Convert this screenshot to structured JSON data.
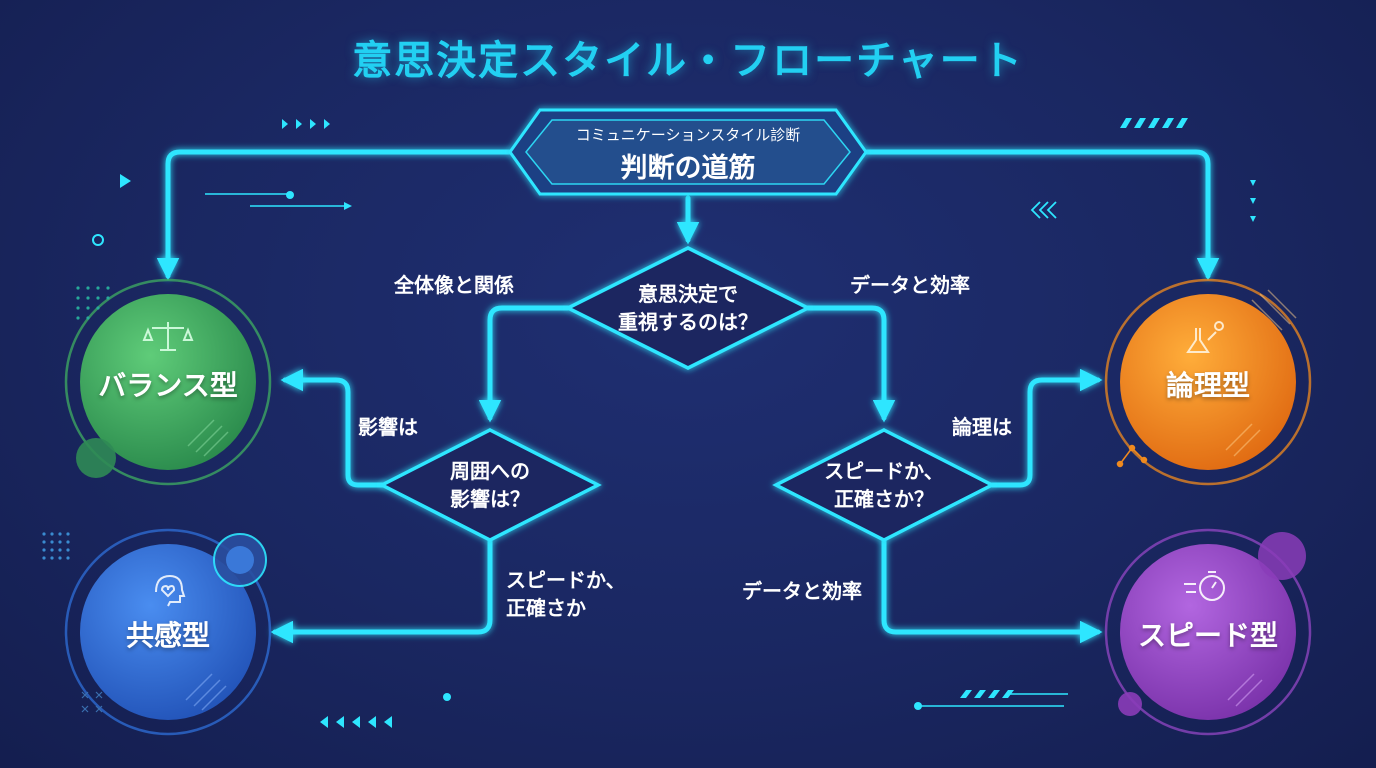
{
  "title": "意思決定スタイル・フローチャート",
  "header": {
    "subtitle": "コミュニケーションスタイル診断",
    "main": "判断の道筋"
  },
  "decisions": {
    "top": [
      "意思決定で",
      "重視するのは？"
    ],
    "left": [
      "周囲への",
      "影響は？"
    ],
    "right": [
      "スピードか、",
      "正確さか？"
    ]
  },
  "branch_labels": {
    "top_left": "全体像と関係",
    "top_right": "データと効率",
    "left_up": "影響は",
    "left_down": [
      "スピードか、",
      "正確さか"
    ],
    "right_up": "論理は",
    "right_down": "データと効率"
  },
  "results": {
    "balance": {
      "label": "バランス型",
      "icon": "scale-icon",
      "color": "#3fae62"
    },
    "empathy": {
      "label": "共感型",
      "icon": "head-heart-icon",
      "color": "#2f6fd8"
    },
    "logic": {
      "label": "論理型",
      "icon": "flask-icon",
      "color": "#f08a1e"
    },
    "speed": {
      "label": "スピード型",
      "icon": "stopwatch-icon",
      "color": "#9347c4"
    }
  },
  "colors": {
    "accent": "#22d8f5",
    "background": "#1a2761"
  }
}
